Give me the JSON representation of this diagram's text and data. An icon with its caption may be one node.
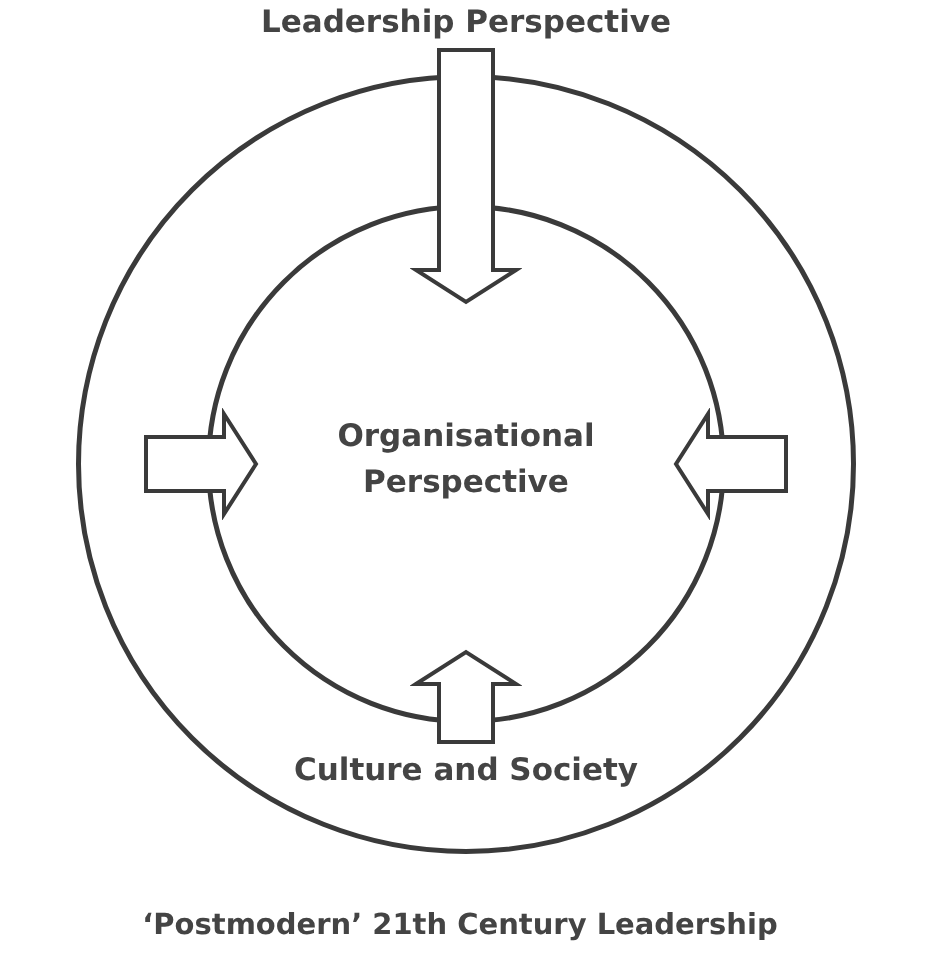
{
  "diagram": {
    "caption": "‘Postmodern’ 21th Century Leadership",
    "nodes": [
      {
        "text": [
          "Leadership Perspective"
        ]
      },
      {
        "text": [],
        "shape": "circle"
      },
      {
        "text": [
          "Organisational Perspective"
        ],
        "in": 1
      },
      {
        "text": [
          "Culture and Society"
        ],
        "in": 1
      }
    ],
    "edges": [
      {
        "from": 0,
        "to": 2,
        "arrow": "to"
      },
      {
        "from": null,
        "to": 2,
        "arrow": "to"
      },
      {
        "from": null,
        "to": 2,
        "arrow": "to"
      },
      {
        "from": 3,
        "to": 2,
        "arrow": "to"
      }
    ]
  }
}
